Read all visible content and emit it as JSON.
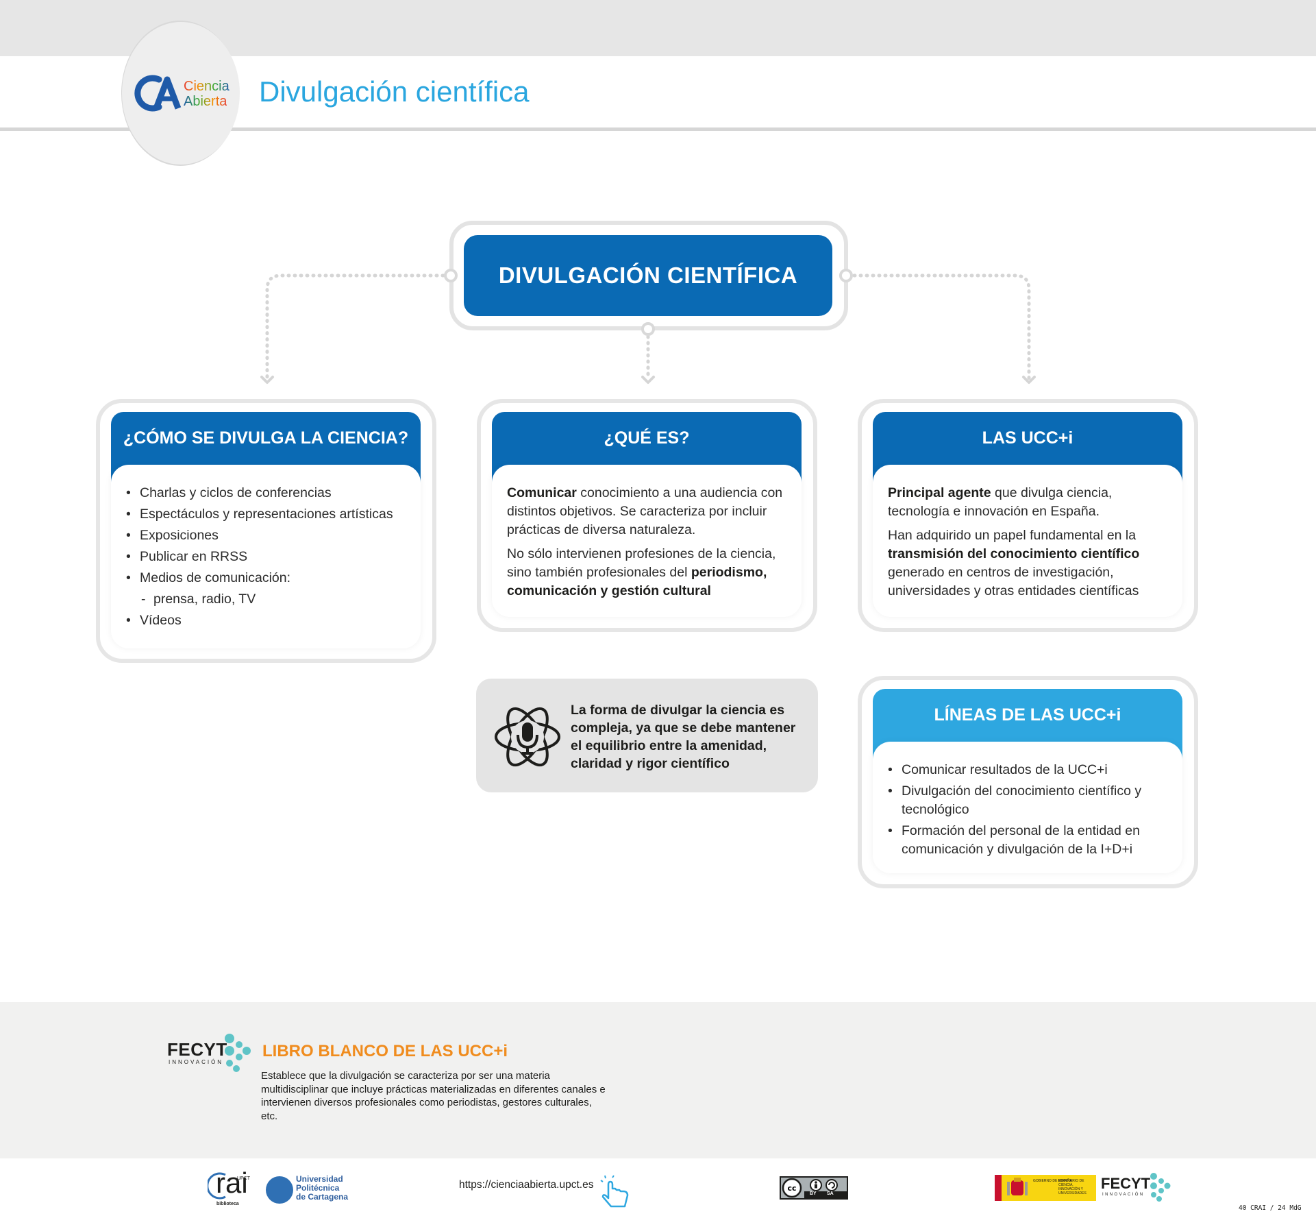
{
  "header": {
    "logo_line1": "Ciencia",
    "logo_line2": "Abierta",
    "title": "Divulgación científica"
  },
  "central_node": {
    "label": "DIVULGACIÓN CIENTÍFICA"
  },
  "cards": {
    "como": {
      "title": "¿CÓMO SE DIVULGA LA CIENCIA?",
      "items": [
        "Charlas y ciclos de conferencias",
        "Espectáculos y representaciones artísticas",
        "Exposiciones",
        "Publicar en RRSS",
        "Medios de comunicación:",
        "prensa, radio, TV",
        "Vídeos"
      ]
    },
    "que": {
      "title": "¿QUÉ ES?",
      "p1_bold": "Comunicar",
      "p1_rest": " conocimiento a una audiencia con distintos objetivos. Se caracteriza por incluir prácticas de diversa naturaleza.",
      "p2_start": "No sólo intervienen profesiones de la ciencia, sino también profesionales del ",
      "p2_bold": "periodismo, comunicación y gestión cultural"
    },
    "ucc": {
      "title": "LAS UCC+i",
      "p1_bold": "Principal agente",
      "p1_rest": " que divulga ciencia, tecnología e innovación en España.",
      "p2_start": "Han adquirido un papel fundamental en la ",
      "p2_bold": "transmisión del conocimiento científico",
      "p2_end": " generado en centros de investigación, universidades y otras entidades científicas"
    },
    "lineas": {
      "title": "LÍNEAS DE LAS UCC+i",
      "items": [
        "Comunicar resultados de la UCC+i",
        "Divulgación del conocimiento científico y tecnológico",
        "Formación del personal de la entidad en comunicación y divulgación de la I+D+i"
      ]
    }
  },
  "note": {
    "text": "La forma de divulgar la ciencia es compleja, ya que se debe mantener el equilibrio entre la amenidad, claridad y rigor científico",
    "icon": "atom-microphone-icon"
  },
  "footer": {
    "fecyt_word": "FECYT",
    "fecyt_sub": "INNOVACIÓN",
    "libro_title": "LIBRO BLANCO DE LAS UCC+i",
    "libro_text": "Establece que la divulgación se caracteriza por ser una materia multidisciplinar que incluye prácticas materializadas en diferentes canales e intervienen diversos profesionales como periodistas, gestores culturales, etc."
  },
  "bottom": {
    "crai_word": "rai",
    "crai_upct": "UPCT",
    "crai_bib": "biblioteca",
    "upct_name": [
      "Universidad",
      "Politécnica",
      "de Cartagena"
    ],
    "url": "https://cienciaabierta.upct.es",
    "cc_labels": [
      "BY",
      "SA"
    ],
    "gob_text1": "GOBIERNO DE ESPAÑA",
    "gob_text2": "MINISTERIO DE CIENCIA, INNOVACIÓN Y UNIVERSIDADES",
    "fecyt_word": "FECYT",
    "fecyt_sub": "INNOVACIÓN",
    "page_code": "40 CRAI / 24 MdG"
  },
  "colors": {
    "primary_blue": "#0a6ab4",
    "light_blue": "#2ea7e0",
    "title_blue": "#2aa6df",
    "orange": "#f08c1e",
    "frame_grey": "#e6e6e6"
  }
}
